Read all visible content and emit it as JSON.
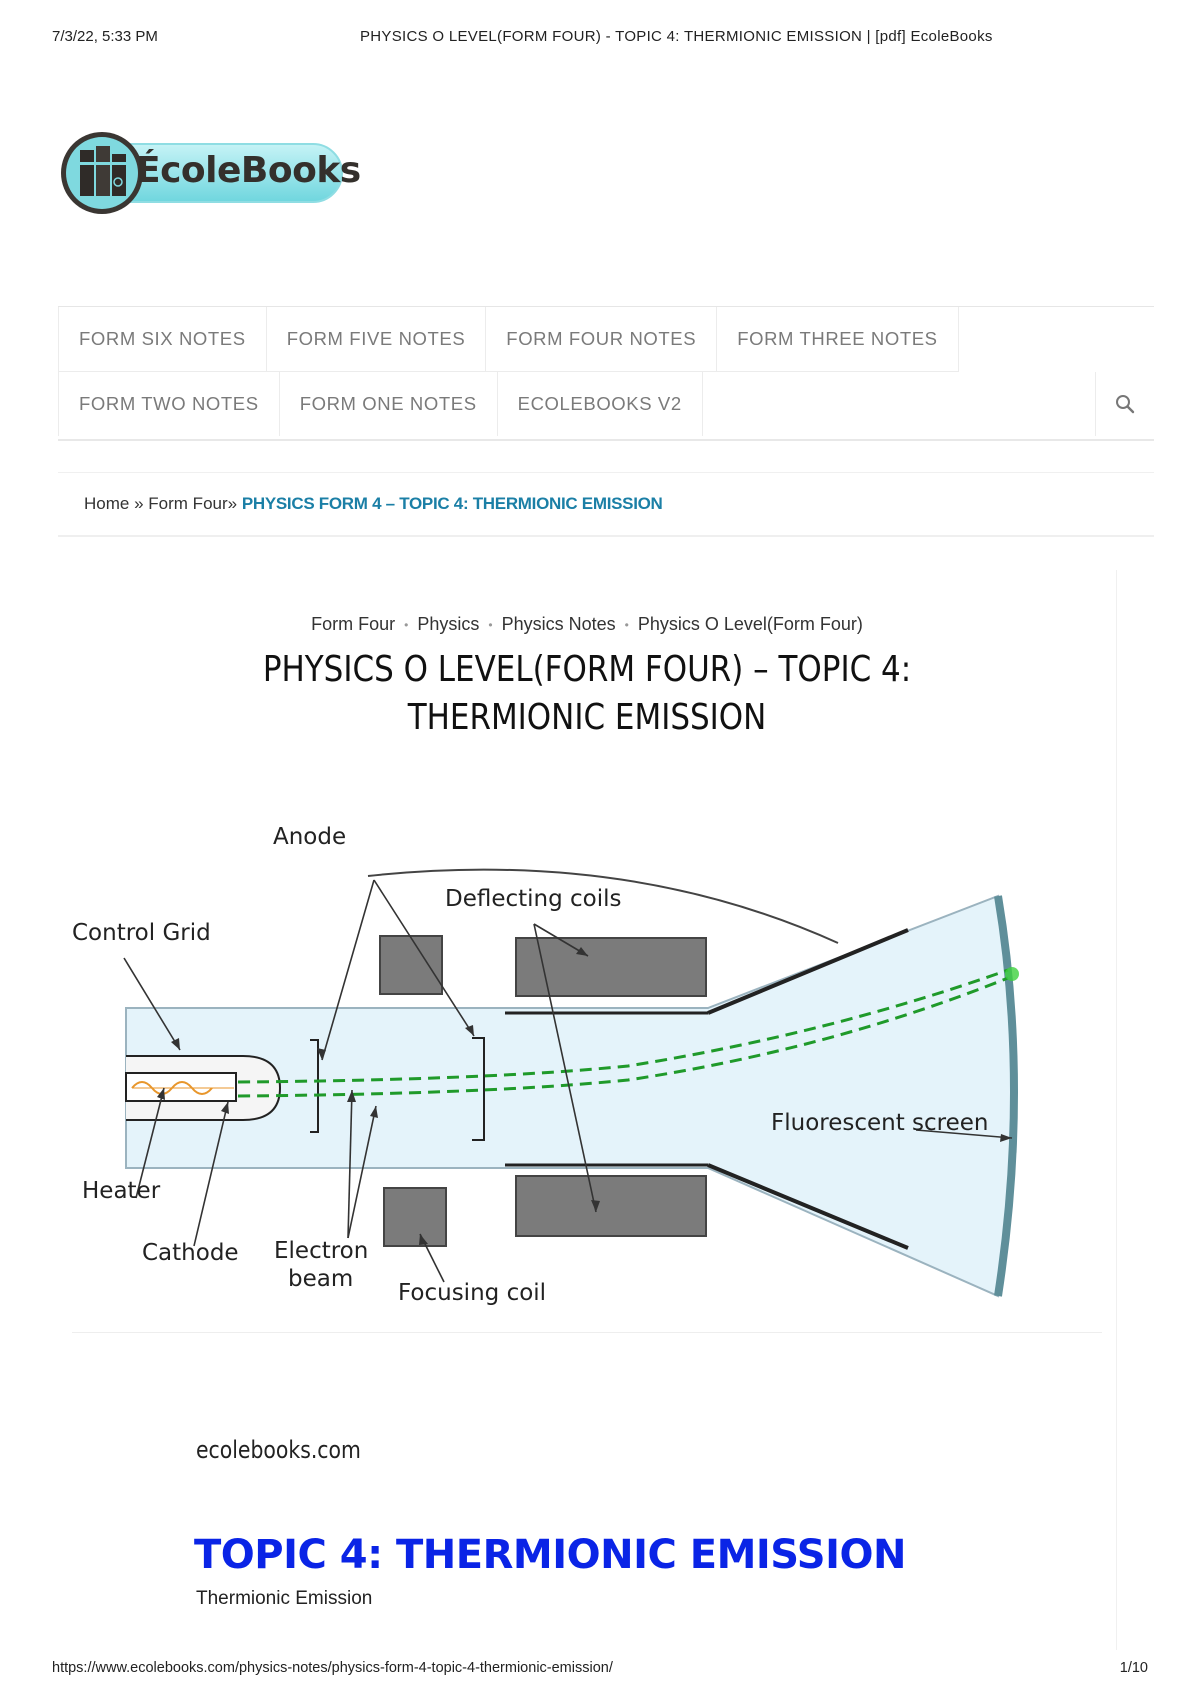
{
  "print_header": {
    "datetime": "7/3/22, 5:33 PM",
    "title": "PHYSICS O LEVEL(FORM FOUR) - TOPIC 4: THERMIONIC EMISSION | [pdf] EcoleBooks"
  },
  "logo": {
    "text": "ÉcoleBooks"
  },
  "nav": {
    "row1": [
      "FORM SIX NOTES",
      "FORM FIVE NOTES",
      "FORM FOUR NOTES",
      "FORM THREE NOTES"
    ],
    "row2": [
      "FORM TWO NOTES",
      "FORM ONE NOTES",
      "ECOLEBOOKS V2"
    ],
    "search_icon": "search-icon"
  },
  "breadcrumb": {
    "home": "Home",
    "sep": "»",
    "parent": "Form Four",
    "current": "PHYSICS FORM 4 – TOPIC 4: THERMIONIC EMISSION"
  },
  "article": {
    "categories": [
      "Form Four",
      "Physics",
      "Physics Notes",
      "Physics O Level(Form Four)"
    ],
    "category_sep": "•",
    "title": "PHYSICS O LEVEL(FORM FOUR) – TOPIC 4: THERMIONIC EMISSION",
    "figure_labels": {
      "anode": "Anode",
      "deflecting_coils": "Deflecting coils",
      "control_grid": "Control Grid",
      "heater": "Heater",
      "cathode": "Cathode",
      "electron_beam_1": "Electron",
      "electron_beam_2": "beam",
      "focusing_coil": "Focusing coil",
      "fluorescent_screen": "Fluorescent screen"
    },
    "site_label": "ecolebooks.com",
    "topic_heading": "TOPIC 4: THERMIONIC EMISSION",
    "topic_sub": "Thermionic Emission"
  },
  "print_footer": {
    "url": "https://www.ecolebooks.com/physics-notes/physics-form-4-topic-4-thermionic-emission/",
    "page": "1/10"
  },
  "colors": {
    "accent": "#1b7fa6",
    "topic_blue": "#0a24e6",
    "tube_fill": "#e4f3fa",
    "beam": "#1f9a2a"
  }
}
